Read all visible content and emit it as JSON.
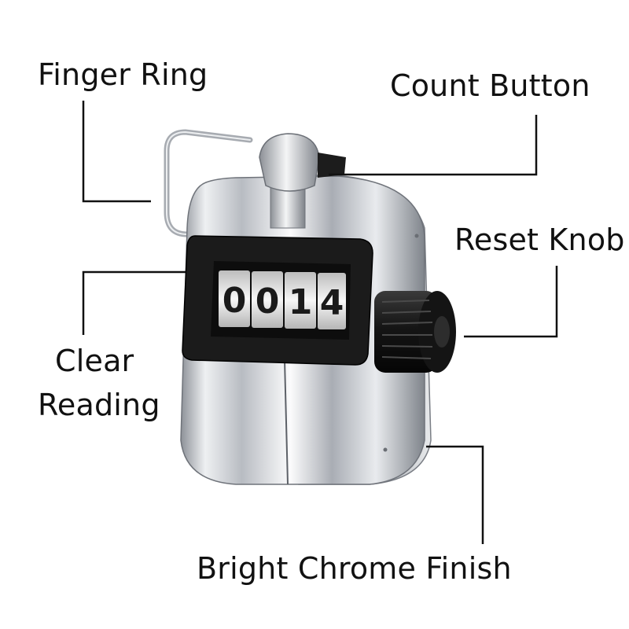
{
  "labels": {
    "finger_ring": "Finger Ring",
    "count_button": "Count Button",
    "reset_knob": "Reset Knob",
    "clear_line1": "Clear",
    "clear_line2": "Reading",
    "chrome_finish": "Bright Chrome Finish"
  },
  "counter_digits": [
    "0",
    "0",
    "1",
    "4"
  ],
  "colors": {
    "leader_line": "#111111",
    "display_body": "#1b1b1b",
    "digit_wheel": "#f2f2f2",
    "chrome": "#c9ccd0"
  }
}
